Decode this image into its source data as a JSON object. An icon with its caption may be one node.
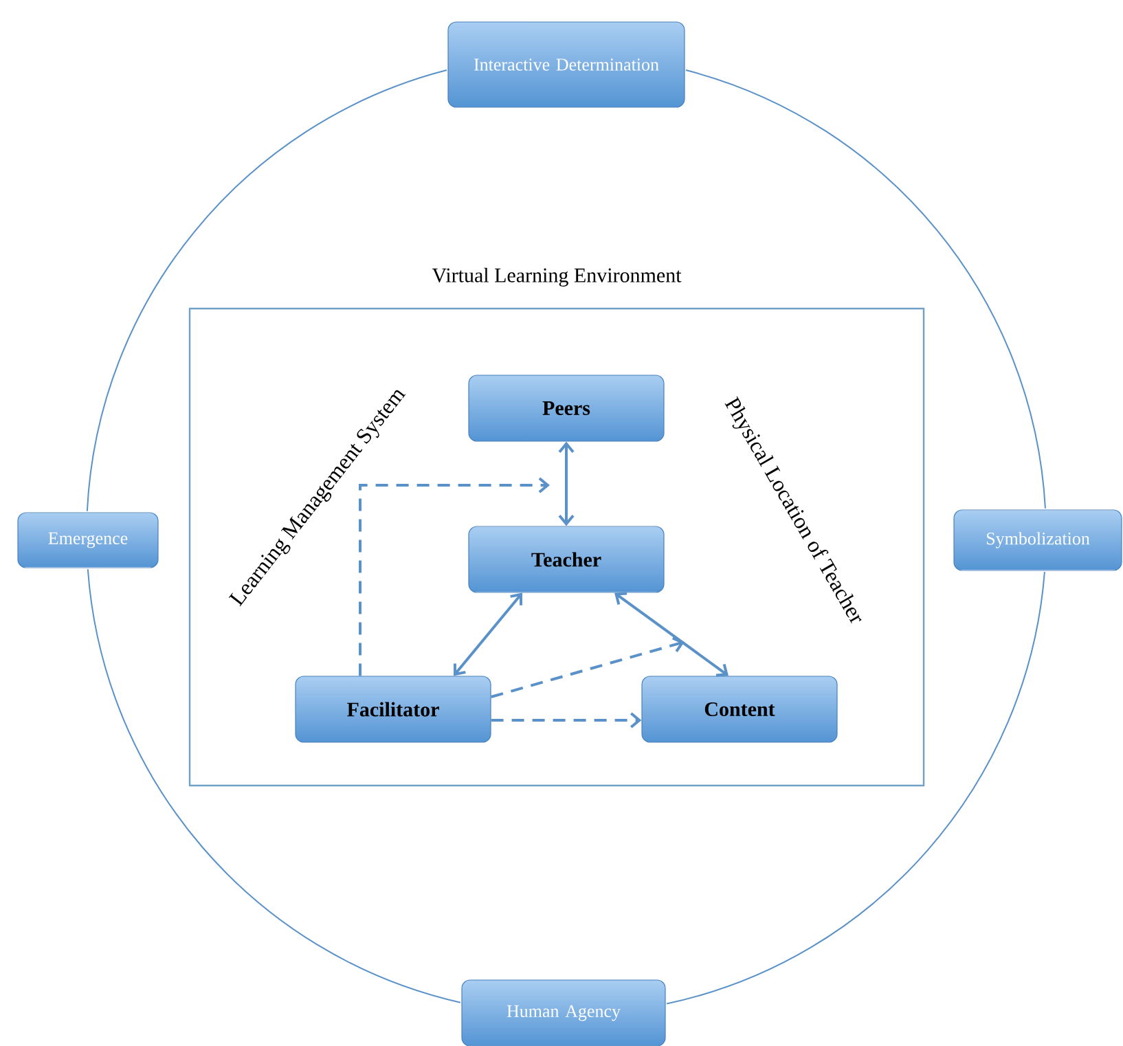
{
  "diagram": {
    "nodes": [
      {
        "text": [
          "Interactive Determination"
        ]
      },
      {
        "text": [
          "Emergence"
        ]
      },
      {
        "text": [
          "Symbolization"
        ]
      },
      {
        "text": [
          "Human Agency"
        ]
      },
      {
        "text": [
          "Virtual Learning Environment"
        ]
      },
      {
        "text": [
          "Peers"
        ],
        "in": 4
      },
      {
        "text": [
          "Teacher"
        ],
        "in": 4
      },
      {
        "text": [
          "Facilitator"
        ],
        "in": 4
      },
      {
        "text": [
          "Content"
        ],
        "in": 4
      }
    ],
    "edges": [
      {
        "from": 0,
        "to": 2,
        "arrow": "none"
      },
      {
        "from": 2,
        "to": 3,
        "arrow": "none"
      },
      {
        "from": 3,
        "to": 1,
        "arrow": "none"
      },
      {
        "from": 1,
        "to": 0,
        "arrow": "none"
      },
      {
        "from": 5,
        "to": 6,
        "arrow": "both"
      },
      {
        "from": 6,
        "to": 7,
        "arrow": "both"
      },
      {
        "from": 6,
        "to": 8,
        "arrow": "both"
      },
      {
        "from": 7,
        "to": null,
        "arrow": "to",
        "style": "dashed"
      },
      {
        "from": 7,
        "to": null,
        "arrow": "to",
        "style": "dashed"
      },
      {
        "from": 7,
        "to": 8,
        "arrow": "to",
        "style": "dashed"
      }
    ],
    "labels": [
      "Learning Management System",
      "Physical Location of Teacher"
    ]
  }
}
